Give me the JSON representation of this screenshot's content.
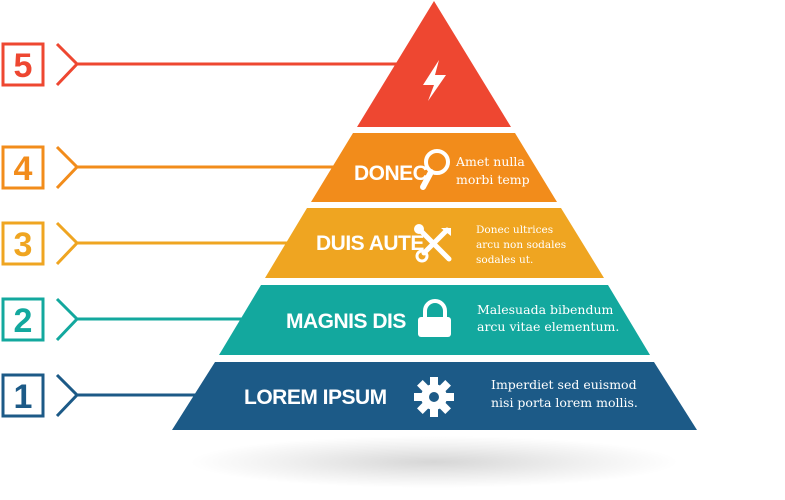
{
  "levels": [
    {
      "number": "1",
      "title": "LOREM IPSUM",
      "desc": [
        "Imperdiet sed euismod",
        "nisi porta lorem mollis."
      ],
      "icon": "gear-icon",
      "color": "#1C5A87"
    },
    {
      "number": "2",
      "title": "MAGNIS DIS",
      "desc": [
        "Malesuada bibendum",
        "arcu vitae elementum."
      ],
      "icon": "lock-icon",
      "color": "#13A89E"
    },
    {
      "number": "3",
      "title": "DUIS AUTE",
      "desc": [
        "Donec ultrices",
        "arcu non sodales",
        "sodales ut."
      ],
      "icon": "tools-icon",
      "color": "#EFA521"
    },
    {
      "number": "4",
      "title": "DONEC",
      "desc": [
        "Amet nulla",
        "morbi temp"
      ],
      "icon": "magnifier-icon",
      "color": "#F28C1B"
    },
    {
      "number": "5",
      "title": "",
      "desc": [],
      "icon": "lightning-icon",
      "color": "#EE4731"
    }
  ]
}
